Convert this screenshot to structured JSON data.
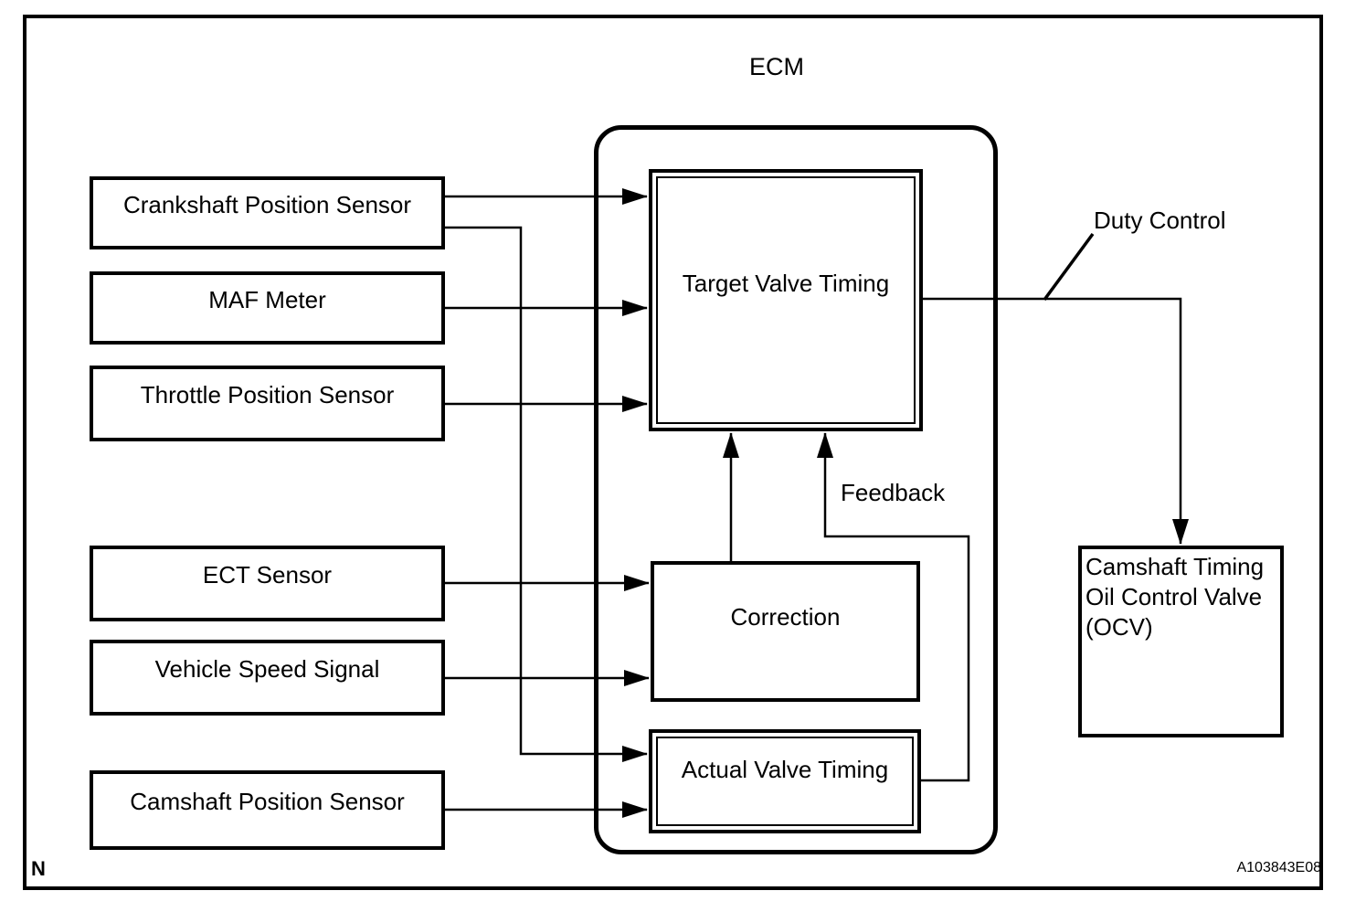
{
  "diagram": {
    "title": "ECM",
    "inputs": [
      {
        "label": "Crankshaft Position Sensor"
      },
      {
        "label": "MAF Meter"
      },
      {
        "label": "Throttle Position Sensor"
      },
      {
        "label": "ECT Sensor"
      },
      {
        "label": "Vehicle Speed Signal"
      },
      {
        "label": "Camshaft Position Sensor"
      }
    ],
    "ecm_blocks": {
      "target": "Target Valve Timing",
      "correction": "Correction",
      "actual": "Actual Valve Timing"
    },
    "output_block": {
      "label": "Camshaft Timing Oil Control Valve (OCV)"
    },
    "annotations": {
      "duty_control": "Duty Control",
      "feedback": "Feedback",
      "page_marker": "N",
      "figure_id": "A103843E08"
    },
    "colors": {
      "line": "#000000",
      "background": "#ffffff"
    }
  }
}
